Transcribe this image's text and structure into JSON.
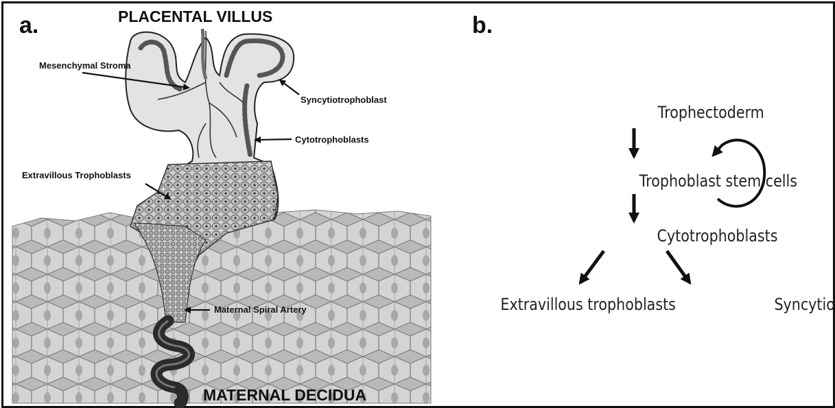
{
  "panel_a": {
    "letter": "a.",
    "title": "PLACENTAL VILLUS",
    "bottom_title": "MATERNAL DECIDUA",
    "labels": {
      "mesenchymal_stroma": "Mesenchymal Stroma",
      "syncytiotrophoblast": "Syncytiotrophoblast",
      "cytotrophoblasts": "Cytotrophoblasts",
      "extravillous_trophoblasts": "Extravillous Trophoblasts",
      "maternal_spiral_artery": "Maternal Spiral Artery"
    }
  },
  "panel_b": {
    "letter": "b.",
    "nodes": {
      "trophectoderm": "Trophectoderm",
      "trophoblast_stem_cells": "Trophoblast stem cells",
      "cytotrophoblasts": "Cytotrophoblasts",
      "extravillous_trophoblasts": "Extravillous trophoblasts",
      "syncytiotrophoblast": "Syncytiotrophoblast"
    }
  }
}
